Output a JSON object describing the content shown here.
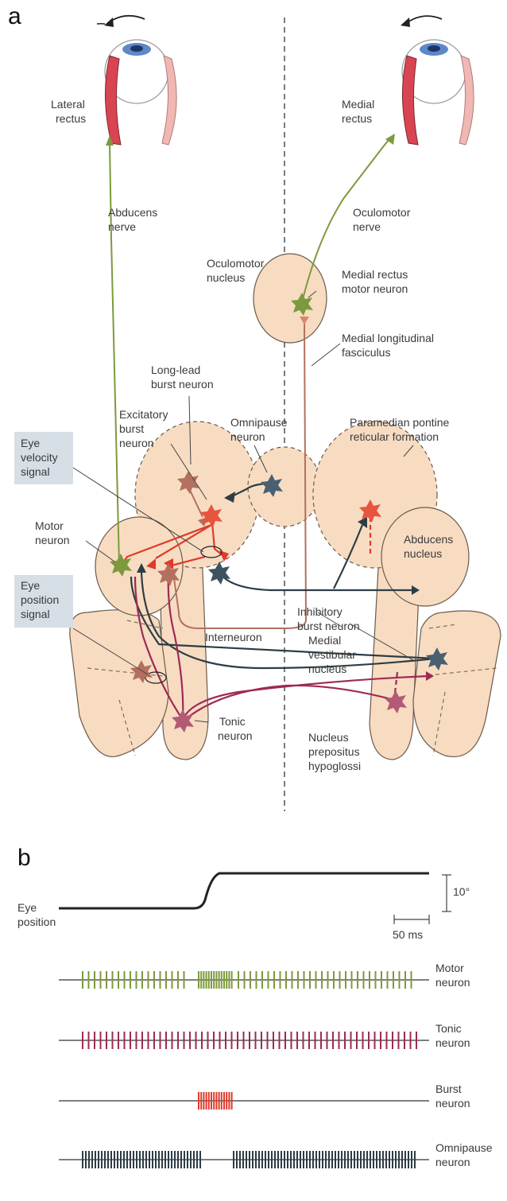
{
  "panels": {
    "a": "a",
    "b": "b"
  },
  "eye_labels": {
    "lateral_rectus": [
      "Lateral",
      "rectus"
    ],
    "medial_rectus": [
      "Medial",
      "rectus"
    ]
  },
  "nerve_labels": {
    "abducens_nerve": [
      "Abducens",
      "nerve"
    ],
    "oculomotor_nerve": [
      "Oculomotor",
      "nerve"
    ]
  },
  "structure_labels": {
    "oculomotor_nucleus": [
      "Oculomotor",
      "nucleus"
    ],
    "medial_rectus_motor_neuron": [
      "Medial rectus",
      "motor neuron"
    ],
    "mlf": [
      "Medial longitudinal",
      "fasciculus"
    ],
    "long_lead_burst": [
      "Long-lead",
      "burst neuron"
    ],
    "excitatory_burst": [
      "Excitatory",
      "burst",
      "neuron"
    ],
    "omnipause": [
      "Omnipause",
      "neuron"
    ],
    "pprf": [
      "Paramedian pontine",
      "reticular formation"
    ],
    "abducens_nucleus": [
      "Abducens",
      "nucleus"
    ],
    "motor_neuron": [
      "Motor",
      "neuron"
    ],
    "interneuron": "Interneuron",
    "inhibitory_burst": [
      "Inhibitory",
      "burst neuron"
    ],
    "mvn": [
      "Medial",
      "vestibular",
      "nucleus"
    ],
    "tonic": [
      "Tonic",
      "neuron"
    ],
    "nph": [
      "Nucleus",
      "prepositus",
      "hypoglossi"
    ]
  },
  "signal_boxes": {
    "eye_velocity": [
      "Eye",
      "velocity",
      "signal"
    ],
    "eye_position": [
      "Eye",
      "position",
      "signal"
    ]
  },
  "panel_b": {
    "eye_position_label": [
      "Eye",
      "position"
    ],
    "scale_deg": "10°",
    "scale_time": "50 ms",
    "trains": [
      {
        "name": [
          "Motor",
          "neuron"
        ],
        "color": "#7c9a3c"
      },
      {
        "name": [
          "Tonic",
          "neuron"
        ],
        "color": "#9e2a55"
      },
      {
        "name": [
          "Burst",
          "neuron"
        ],
        "color": "#e03a2a"
      },
      {
        "name": [
          "Omnipause",
          "neuron"
        ],
        "color": "#2d3d45"
      }
    ]
  }
}
